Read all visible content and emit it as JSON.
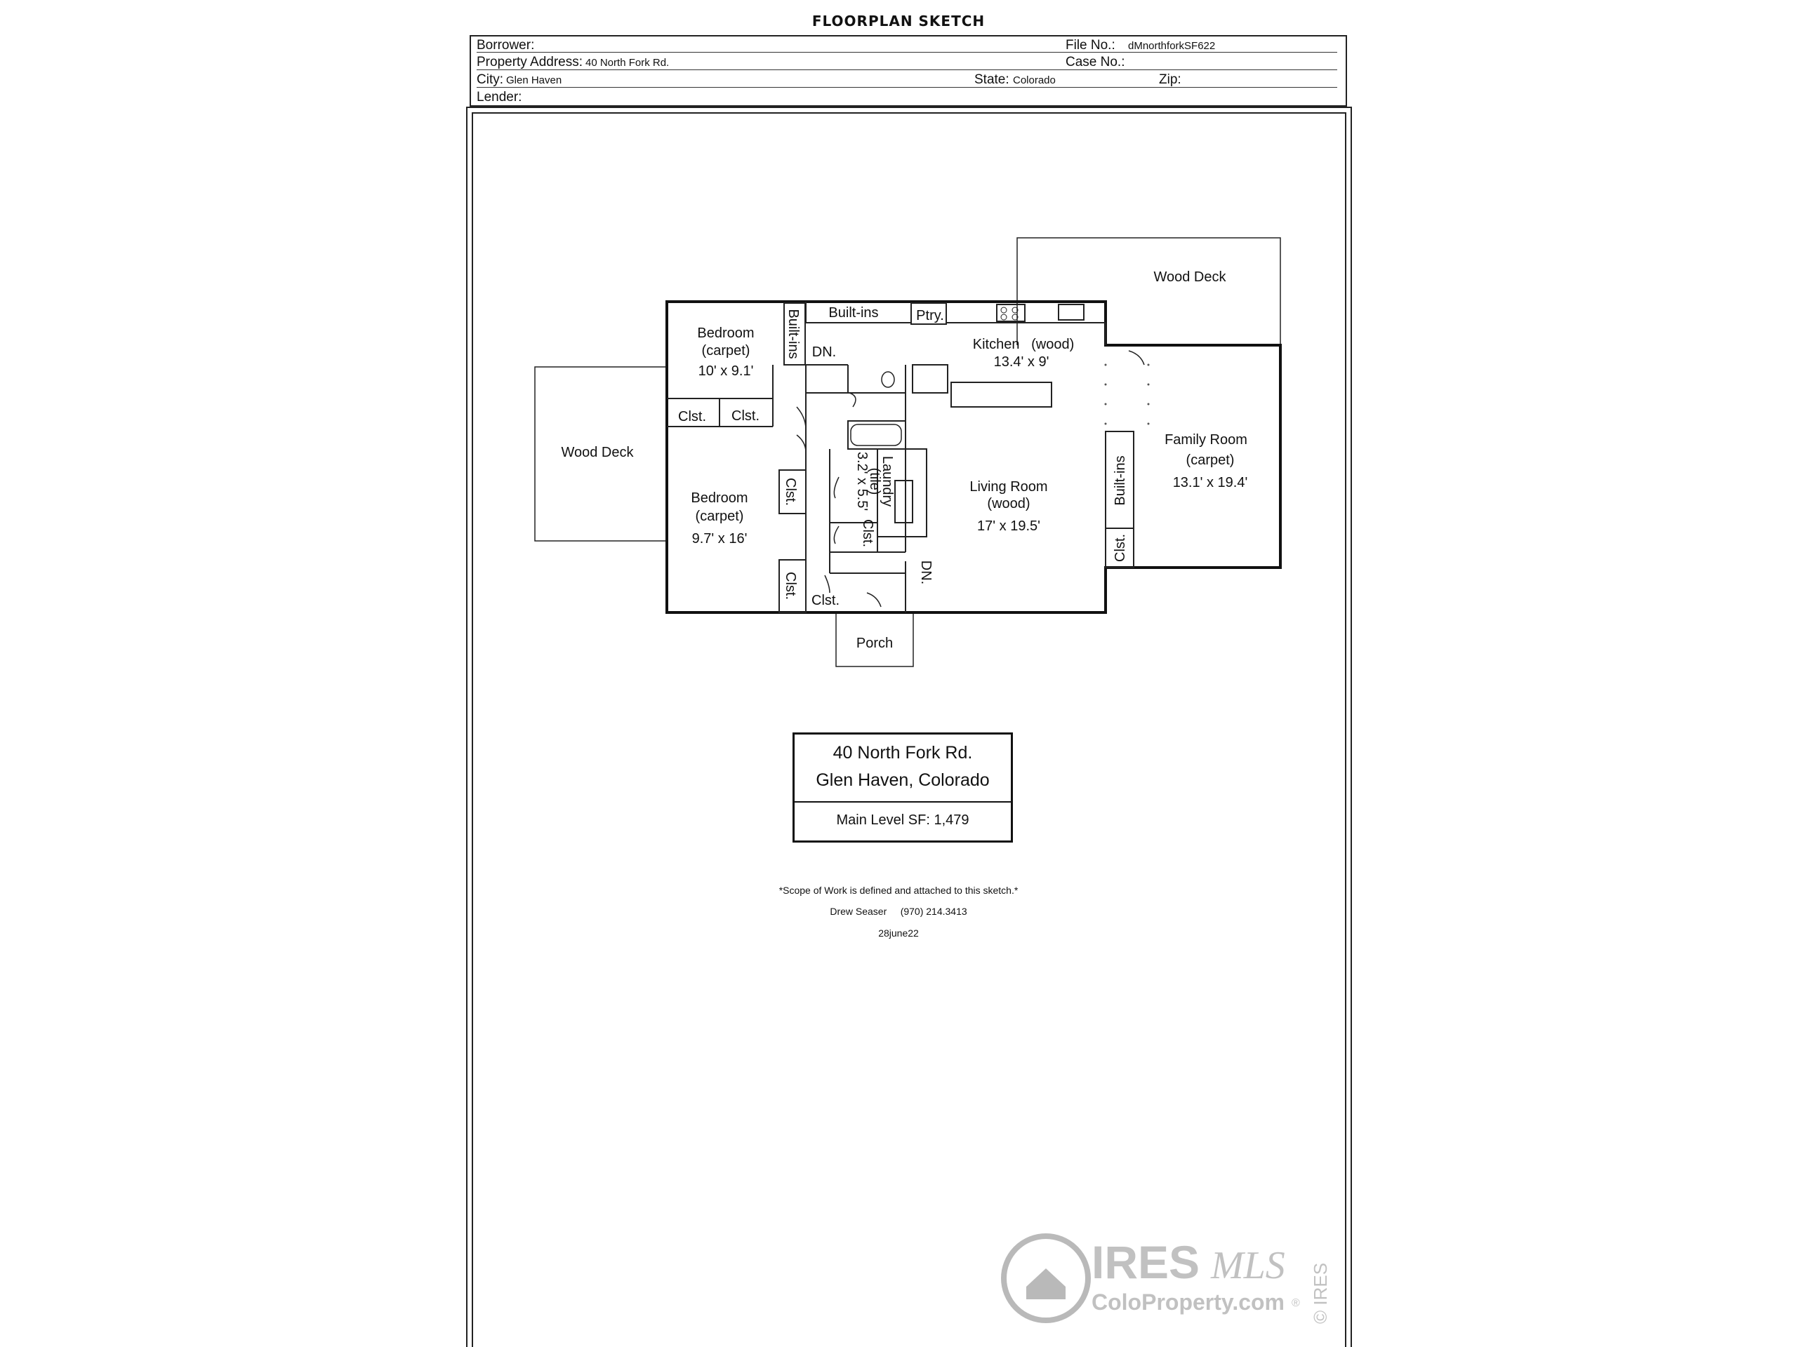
{
  "title": "FLOORPLAN SKETCH",
  "header": {
    "borrower_label": "Borrower:",
    "borrower_value": "",
    "file_label": "File No.:",
    "file_value": "dMnorthforkSF622",
    "address_label": "Property Address:",
    "address_value": "40 North Fork Rd.",
    "case_label": "Case No.:",
    "case_value": "",
    "city_label": "City:",
    "city_value": "Glen Haven",
    "state_label": "State:",
    "state_value": "Colorado",
    "zip_label": "Zip:",
    "zip_value": "",
    "lender_label": "Lender:",
    "lender_value": ""
  },
  "rooms": {
    "bedroom1": [
      "Bedroom",
      "(carpet)",
      "10' x 9.1'"
    ],
    "bedroom2": [
      "Bedroom",
      "(carpet)",
      "9.7' x 16'"
    ],
    "kitchen": [
      "Kitchen   (wood)",
      "13.4' x 9'"
    ],
    "living": [
      "Living Room",
      "(wood)",
      "17' x 19.5'"
    ],
    "family": [
      "Family Room",
      "(carpet)",
      "13.1' x 19.4'"
    ],
    "laundry": [
      "Laundry",
      "(tile)",
      "3.2' x 5.5'"
    ],
    "wood_deck_left": "Wood Deck",
    "wood_deck_top": "Wood Deck",
    "porch": "Porch",
    "builtins_top": "Built-ins",
    "builtins_vert": "Built-ins",
    "builtins_family": "Built-ins",
    "ptry": "Ptry.",
    "dn1": "DN.",
    "dn2": "DN.",
    "clst": "Clst."
  },
  "info_box": {
    "line1": "40 North Fork Rd.",
    "line2": "Glen Haven, Colorado",
    "line3": "Main Level SF: 1,479"
  },
  "notes": {
    "scope": "*Scope of Work is defined and attached to this sketch.*",
    "author": "Drew Seaser     (970) 214.3413",
    "date": "28june22"
  },
  "watermark": {
    "brand": "IRES",
    "mls": "MLS",
    "site": "ColoProperty.com",
    "side": "© IRES",
    "reg": "®"
  }
}
